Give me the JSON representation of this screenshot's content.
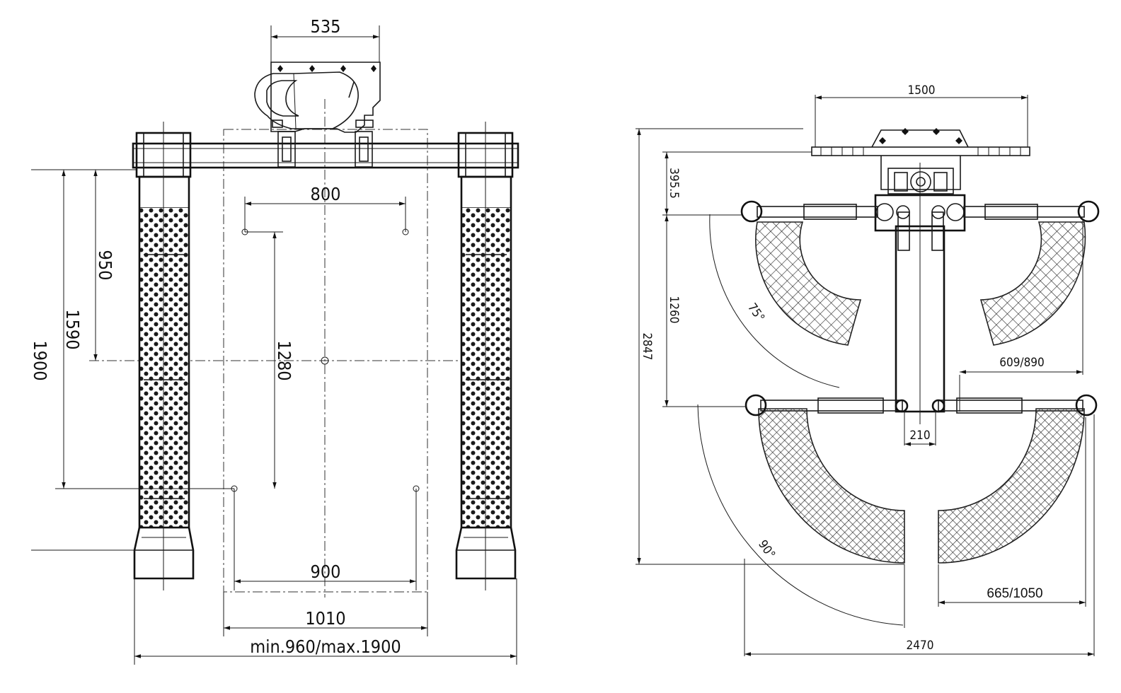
{
  "front_view": {
    "dims": {
      "top_width": "535",
      "inner_a": "800",
      "inner_b": "900",
      "inner_c": "1010",
      "overall_width": "min.960/max.1900",
      "h_950": "950",
      "h_1280": "1280",
      "h_1590": "1590",
      "h_1900": "1900"
    }
  },
  "top_view": {
    "dims": {
      "top_width": "1500",
      "offset": "395.5",
      "arm_height": "1260",
      "overall_height": "2847",
      "column_gap": "210",
      "front_arm_reach": "609/890",
      "rear_arm_reach": "665/1050",
      "overall_width": "2470",
      "angle_front": "75°",
      "angle_rear": "90°"
    }
  }
}
